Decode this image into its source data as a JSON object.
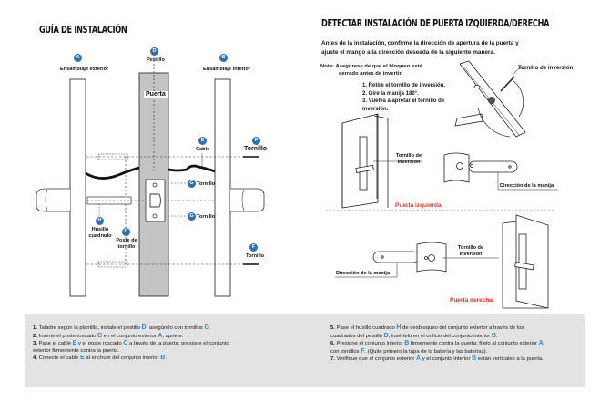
{
  "left_section": {
    "title": "GUÍA DE INSTALACIÓN",
    "labels": {
      "exterior_badge": "A",
      "exterior": "Ensamblaje exterior",
      "latch_badge": "D",
      "latch": "Pestillo",
      "interior_badge": "B",
      "interior": "Ensamblaje interior",
      "door": "Puerta",
      "cable_badge": "E",
      "cable": "Cable",
      "screw_top_badge": "F",
      "screw_top": "Tornillo",
      "screw_g1_badge": "G",
      "screw_g1": "Tornillo",
      "screw_g2_badge": "G",
      "screw_g2": "Tornillo",
      "spindle_badge": "H",
      "spindle_line1": "Husillo",
      "spindle_line2": "cuadrado",
      "post_badge": "C",
      "post_line1": "Poste de",
      "post_line2": "tornillo",
      "screw_bottom_badge": "F",
      "screw_bottom": "Tornillo"
    }
  },
  "right_section": {
    "title": "DETECTAR INSTALACIÓN DE PUERTA IZQUIERDA/DERECHA",
    "intro_line1": "Antes de la instalación, confirme la dirección de apertura de la puerta y",
    "intro_line2": "ajuste el mango a la dirección deseada de la siguiente manera.",
    "note_line1": "Nota: Asegúrese de que el bloqueo esté",
    "note_line2": "cerrado antes de invertir.",
    "instructions": [
      "1. Retire el tornillo de inversión.",
      "2. Gire la manija 180°.",
      "3. Vuelva a apretar el tornillo de",
      "inversión."
    ],
    "reversal_screw_label": "Tornillo de inversión",
    "left_door": {
      "screw_line1": "Tornillo de",
      "screw_line2": "inversión",
      "handle_direction": "Dirección de la manija",
      "caption": "Puerta izquierda"
    },
    "right_door": {
      "screw_line1": "Tornillo de",
      "screw_line2": "inversión",
      "handle_direction": "Dirección de la manija",
      "caption": "Puerta derecha"
    }
  },
  "steps": {
    "left": [
      {
        "num": "1.",
        "parts": [
          "Taladre según la plantilla, instale el pestillo ",
          "D",
          ", asegúrelo con tornillos ",
          "G",
          "."
        ]
      },
      {
        "num": "2.",
        "parts": [
          "Inserte el poste roscado ",
          "C",
          " en el conjunto exterior ",
          "A",
          "; apriete."
        ]
      },
      {
        "num": "3.",
        "parts": [
          "Pase el cable ",
          "E",
          " y el poste roscado ",
          "C",
          " a través de la puerta; presione el conjunto"
        ]
      },
      {
        "num": "",
        "parts": [
          "exterior firmemente contra la puerta."
        ]
      },
      {
        "num": "4.",
        "parts": [
          "Conecte el cable ",
          "E",
          " al enchufe del conjunto interior ",
          "B",
          "."
        ]
      }
    ],
    "right": [
      {
        "num": "5.",
        "parts": [
          "Pase el husillo cuadrado ",
          "H",
          " de desbloqueo del conjunto exterior a través de los"
        ]
      },
      {
        "num": "",
        "parts": [
          "cuadrados del pestillo ",
          "D",
          "; insértelo en el orificio del conjunto interior ",
          "B",
          "."
        ]
      },
      {
        "num": "6.",
        "parts": [
          "Presione el conjunto interior ",
          "B",
          " firmemente contra la puerta; fíjelo al conjunto exterior ",
          "A"
        ]
      },
      {
        "num": "",
        "parts": [
          "con tornillos ",
          "F",
          ". (Quite primero la tapa de la batería y las baterías)."
        ]
      },
      {
        "num": "7.",
        "parts": [
          "Verifique que el conjunto exterior ",
          "A",
          " y el conjunto interior ",
          "B",
          " están verticales a la puerta."
        ]
      }
    ]
  },
  "colors": {
    "badge": "#2f6fb0",
    "highlight": "#2b8ccf",
    "caption_red": "#e8321e",
    "steps_bg": "#e3e3e3",
    "door_gray": "#c4c4c4"
  }
}
